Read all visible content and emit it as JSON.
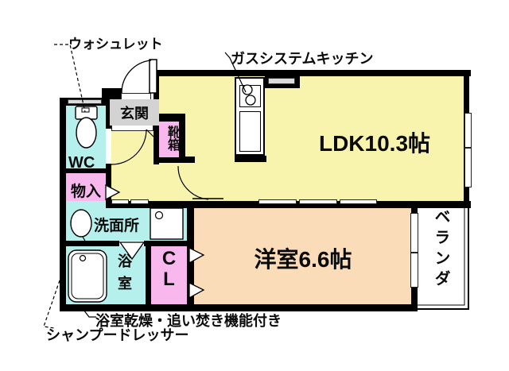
{
  "plan_type": "apartment-floor-plan",
  "colors": {
    "wall": "#000000",
    "ldk_fill": "#f8f4ae",
    "western_room_fill": "#fadcb8",
    "wet_area_fill": "#b6f0ec",
    "closet_fill": "#f8b8ee",
    "entrance_fill": "#d3d3d3",
    "background": "#ffffff"
  },
  "rooms": {
    "ldk": "LDK10.3帖",
    "western": "洋室6.6帖",
    "veranda": "ベランダ",
    "entrance": "玄関",
    "shoebox": "靴箱",
    "wc": "WC",
    "storage": "物入",
    "washroom": "洗面所",
    "bathroom": "浴室",
    "closet": "C\nL"
  },
  "annotations": {
    "washlet": "ウォシュレット",
    "gas_kitchen": "ガスシステムキッチン",
    "bath_features": "浴室乾燥・追い焚き機能付き",
    "shampoo_dresser": "シャンプードレッサー"
  },
  "fixtures": [
    "toilet-icon",
    "bathtub-icon",
    "washbasin-icon",
    "washing-machine-icon",
    "gas-stove-icon",
    "kitchen-counter-icon",
    "door-swing-arc",
    "sliding-door-panel",
    "folding-door-mark",
    "window-opening"
  ]
}
